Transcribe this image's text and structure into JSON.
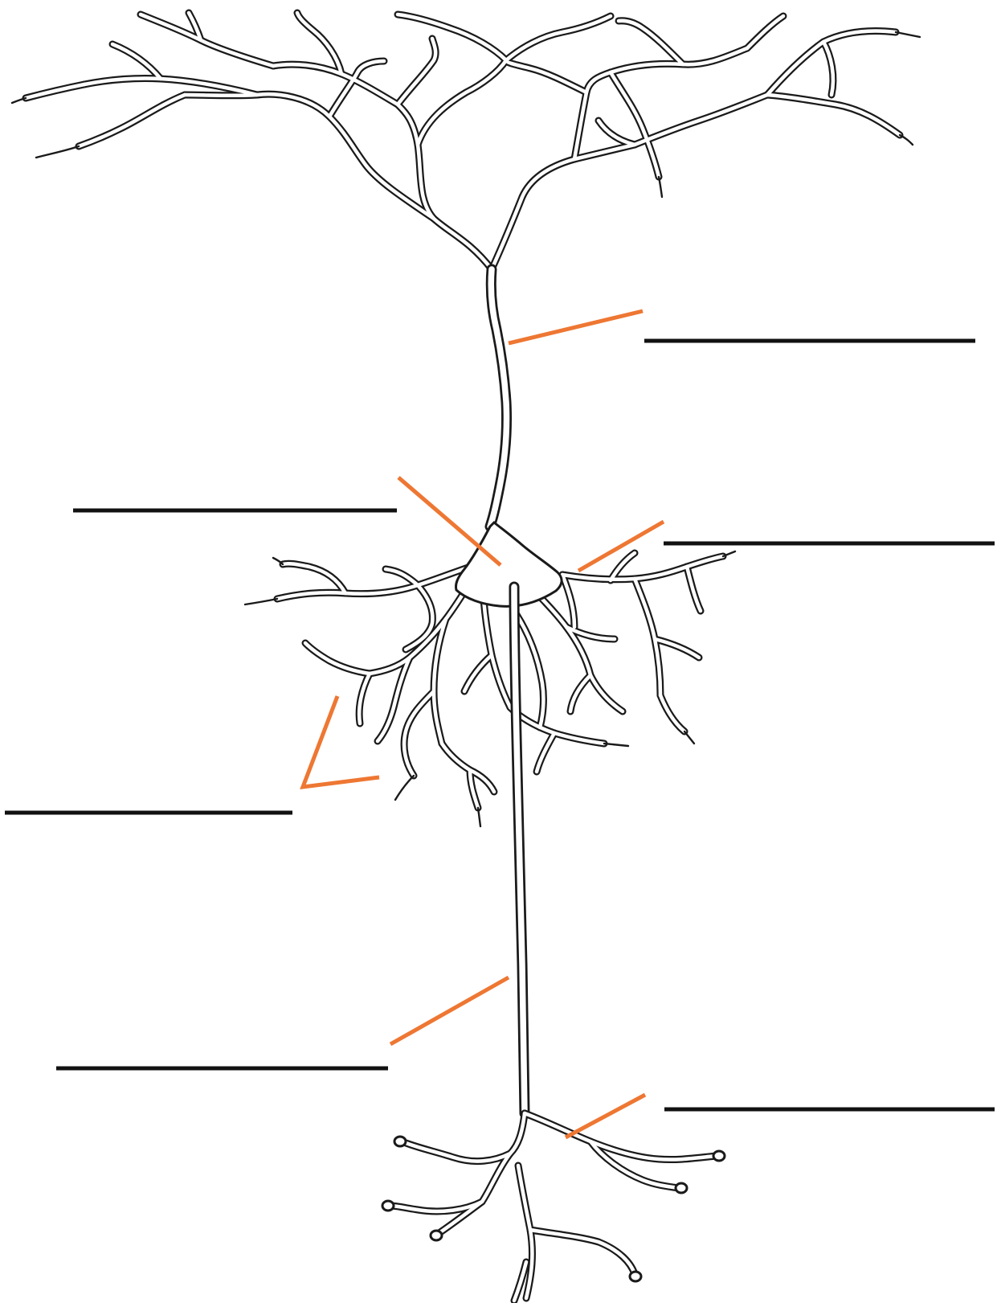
{
  "diagram": {
    "type": "unlabeled worksheet",
    "subject_icon": "neuron-drawing-icon",
    "colors": {
      "drawing": "#1a1a1a",
      "leader_lines": "#ee7733",
      "answer_blanks": "#111111",
      "background": "#ffffff"
    },
    "answer_blanks": [
      {
        "id": "blank-1",
        "value": ""
      },
      {
        "id": "blank-2",
        "value": ""
      },
      {
        "id": "blank-3",
        "value": ""
      },
      {
        "id": "blank-4",
        "value": ""
      },
      {
        "id": "blank-5",
        "value": ""
      },
      {
        "id": "blank-6",
        "value": ""
      }
    ]
  }
}
